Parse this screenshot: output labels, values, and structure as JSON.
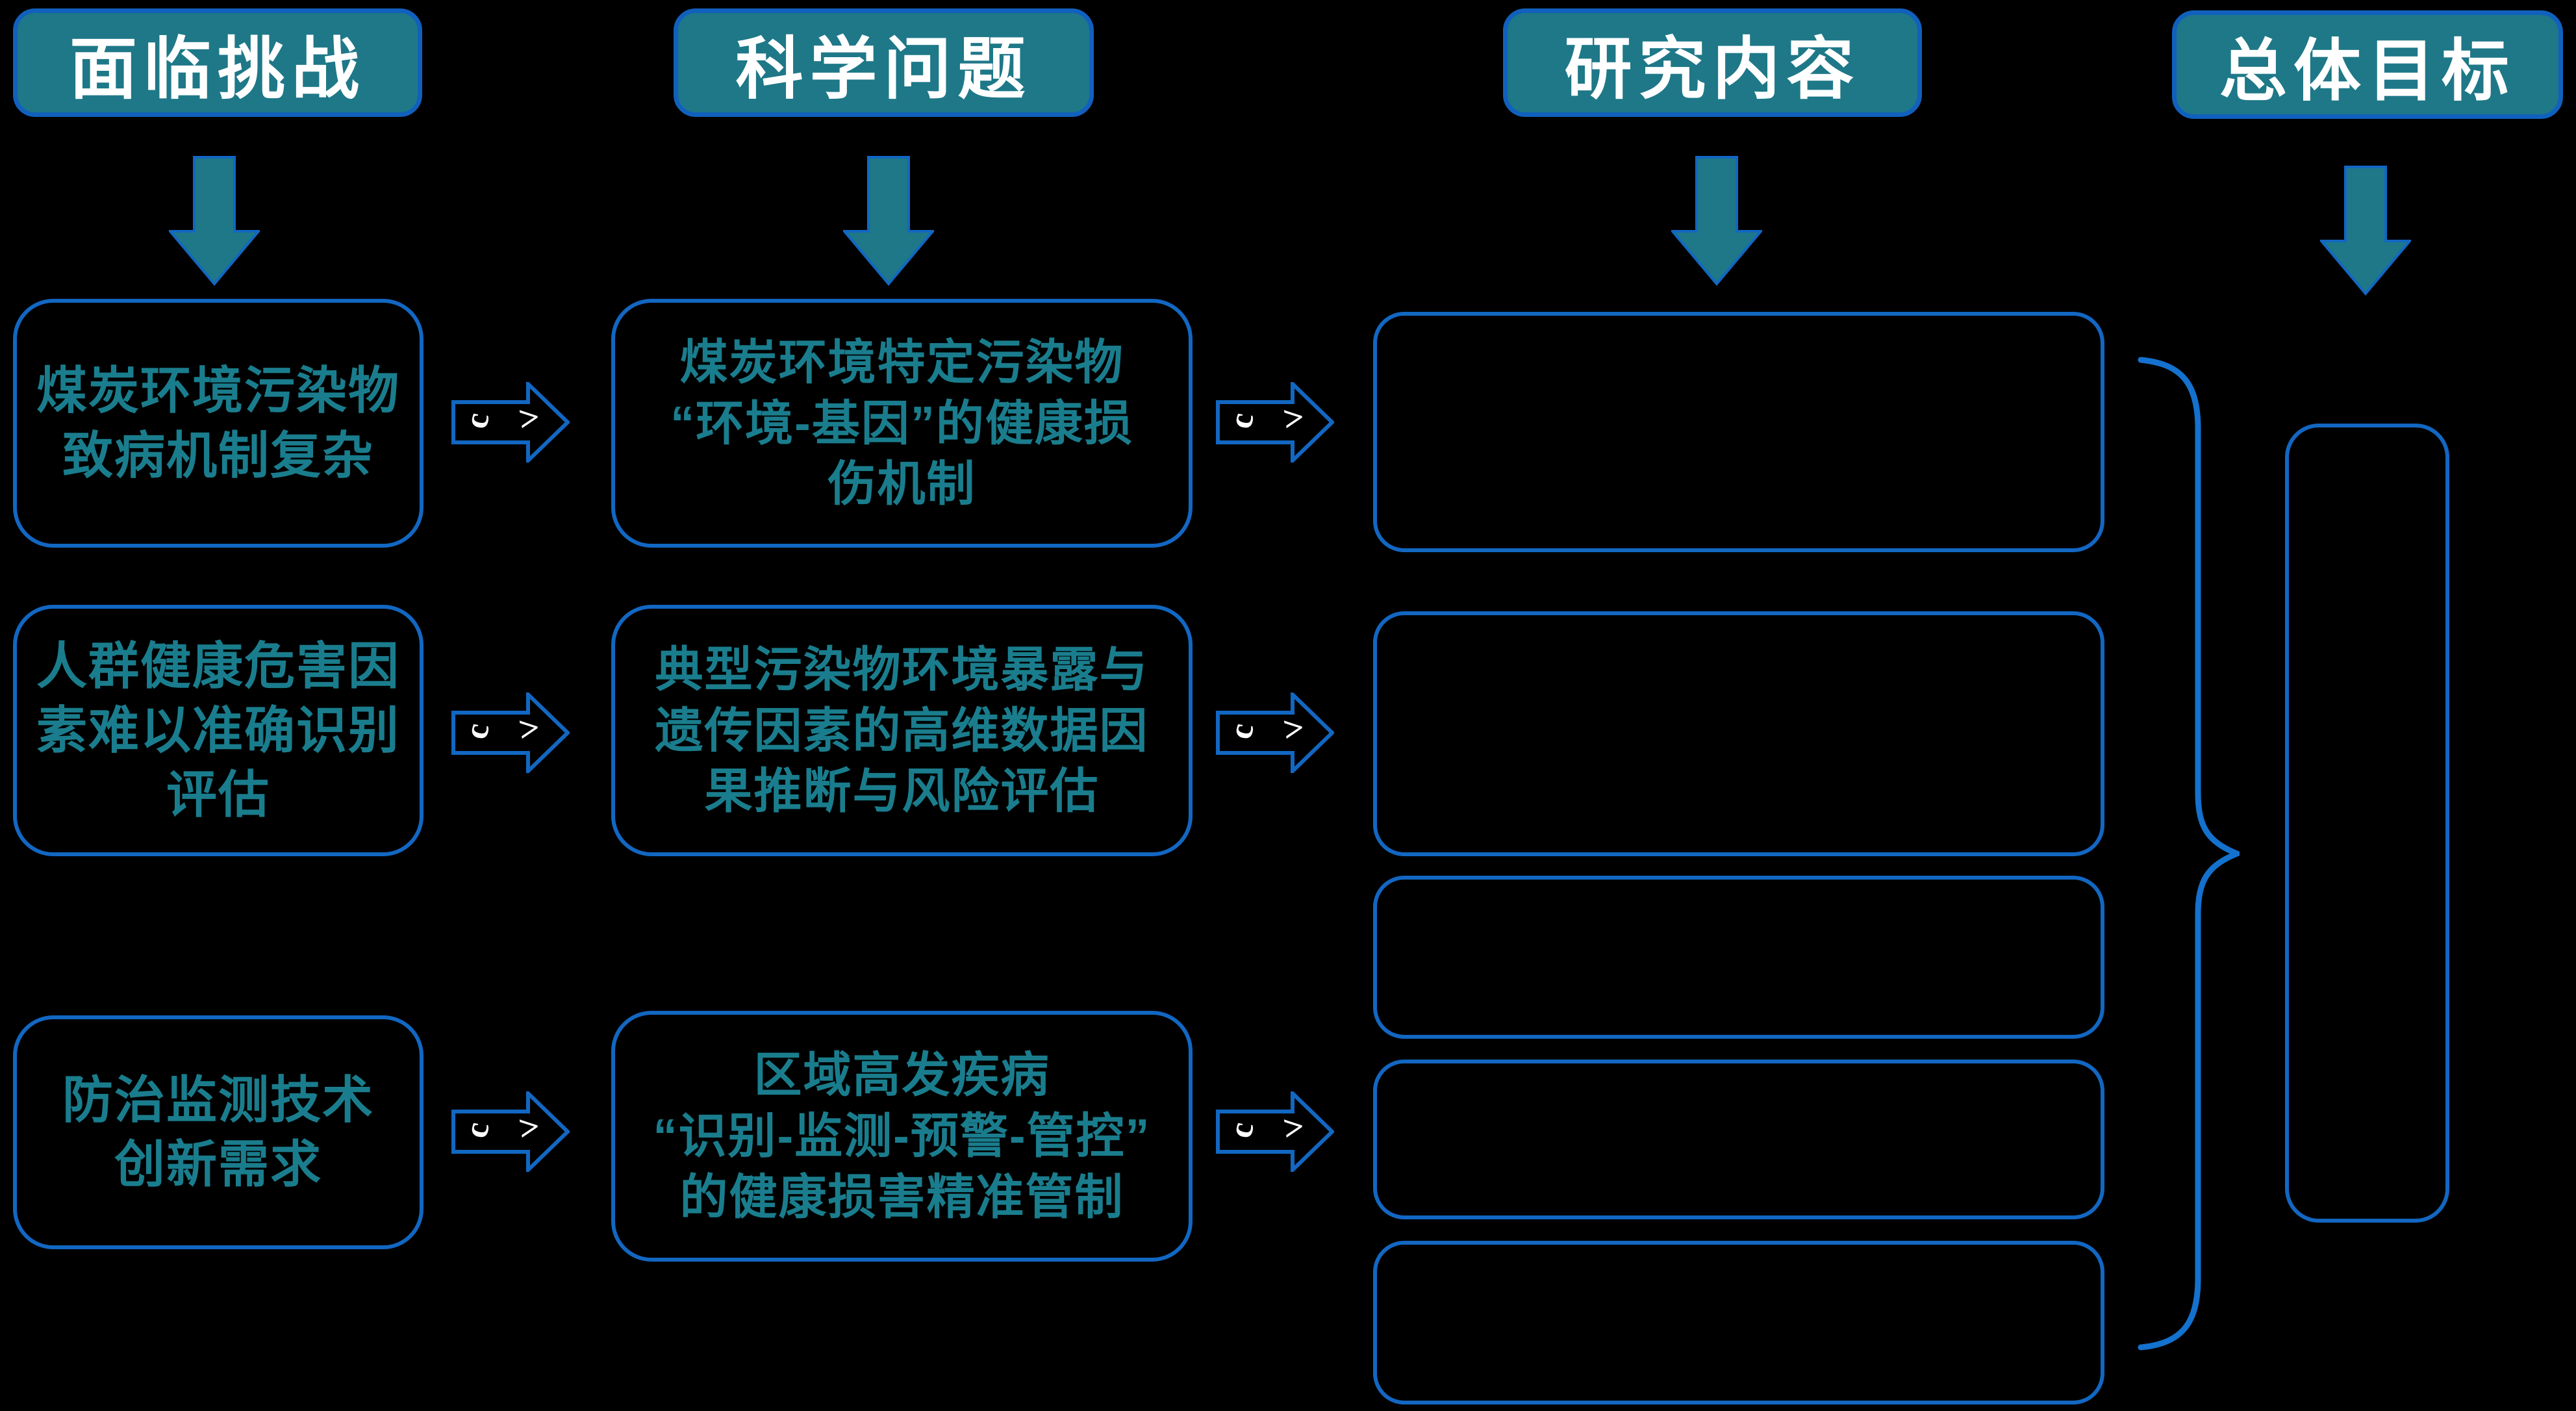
{
  "colors": {
    "background": "#000000",
    "teal_fill": "#1E7888",
    "blue_line": "#1267C2",
    "brace_blue": "#1471CE",
    "text_teal": "#1A7D8D",
    "header_text": "#FFFFFF"
  },
  "columns": [
    {
      "header": "面临挑战",
      "boxes": [
        {
          "lines": [
            "煤炭环境污染物",
            "致病机制复杂"
          ]
        },
        {
          "lines": [
            "人群健康危害因",
            "素难以准确识别",
            "评估"
          ]
        },
        {
          "lines": [
            "防治监测技术",
            "创新需求"
          ]
        }
      ]
    },
    {
      "header": "科学问题",
      "boxes": [
        {
          "lines": [
            "煤炭环境特定污染物",
            "“环境-基因”的健康损",
            "伤机制"
          ]
        },
        {
          "lines": [
            "典型污染物环境暴露与",
            "遗传因素的高维数据因",
            "果推断与风险评估"
          ]
        },
        {
          "lines": [
            "区域高发疾病",
            "“识别-监测-预警-管控”",
            "的健康损害精准管制"
          ]
        }
      ]
    },
    {
      "header": "研究内容",
      "boxes": [
        {
          "lines": []
        },
        {
          "lines": []
        },
        {
          "lines": []
        },
        {
          "lines": []
        },
        {
          "lines": []
        }
      ]
    },
    {
      "header": "总体目标",
      "boxes": [
        {
          "lines": []
        }
      ]
    }
  ],
  "connector": {
    "glyph1": "c",
    "glyph2": ">"
  }
}
